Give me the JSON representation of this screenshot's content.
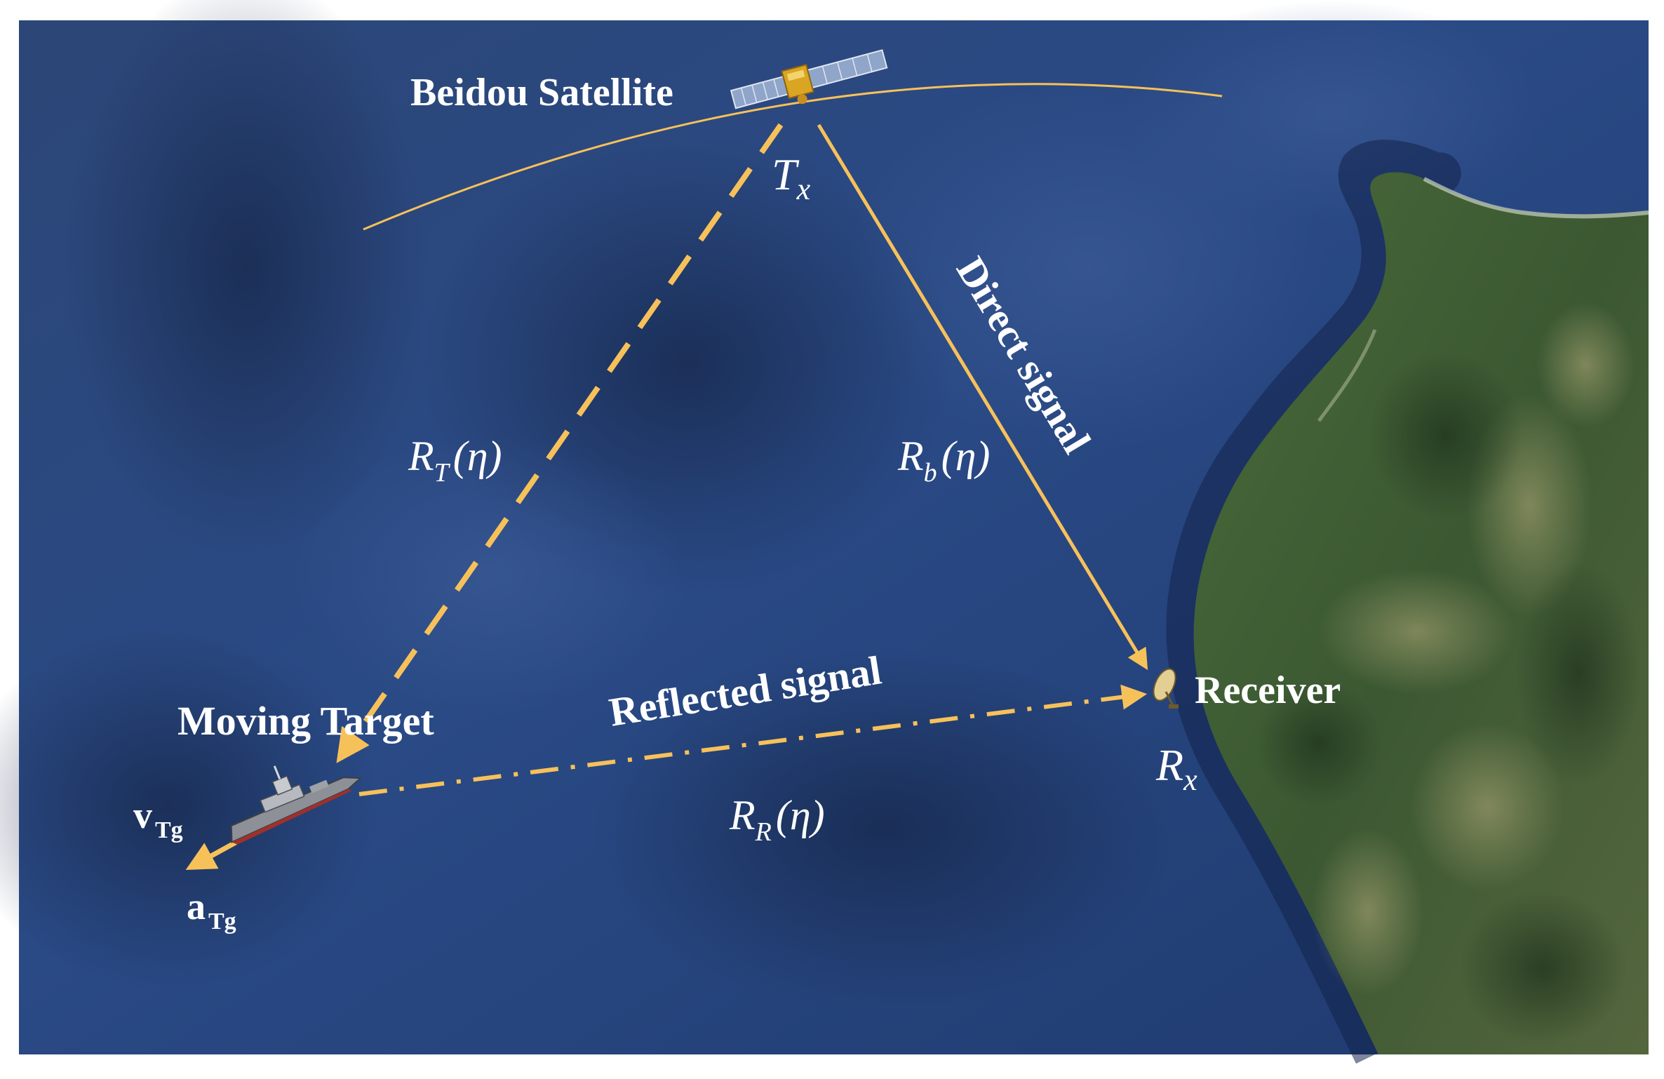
{
  "colors": {
    "background": "#ffffff",
    "sea_dark": "#1e3460",
    "sea_mid": "#2c4a82",
    "land": "#3d5a34",
    "land_light": "#6f7d4a",
    "signal": "#f7c15a",
    "text": "#ffffff"
  },
  "labels": {
    "satellite_name": "Beidou Satellite",
    "transmitter": {
      "main": "T",
      "sub": "x"
    },
    "direct_signal": "Direct signal",
    "reflected_signal": "Reflected signal",
    "receiver_name": "Receiver",
    "receiver_symbol": {
      "main": "R",
      "sub": "x"
    },
    "moving_target": "Moving Target",
    "range_transmitter_target": {
      "main": "R",
      "sub": "T",
      "arg": "(η)"
    },
    "range_baseline": {
      "main": "R",
      "sub": "b",
      "arg": "(η)"
    },
    "range_receiver_target": {
      "main": "R",
      "sub": "R",
      "arg": "(η)"
    },
    "velocity": {
      "main": "v",
      "sub": "Tg"
    },
    "acceleration": {
      "main": "a",
      "sub": "Tg"
    }
  },
  "icons": {
    "satellite": "satellite-icon",
    "receiver": "dish-antenna-icon",
    "target": "ship-icon"
  }
}
